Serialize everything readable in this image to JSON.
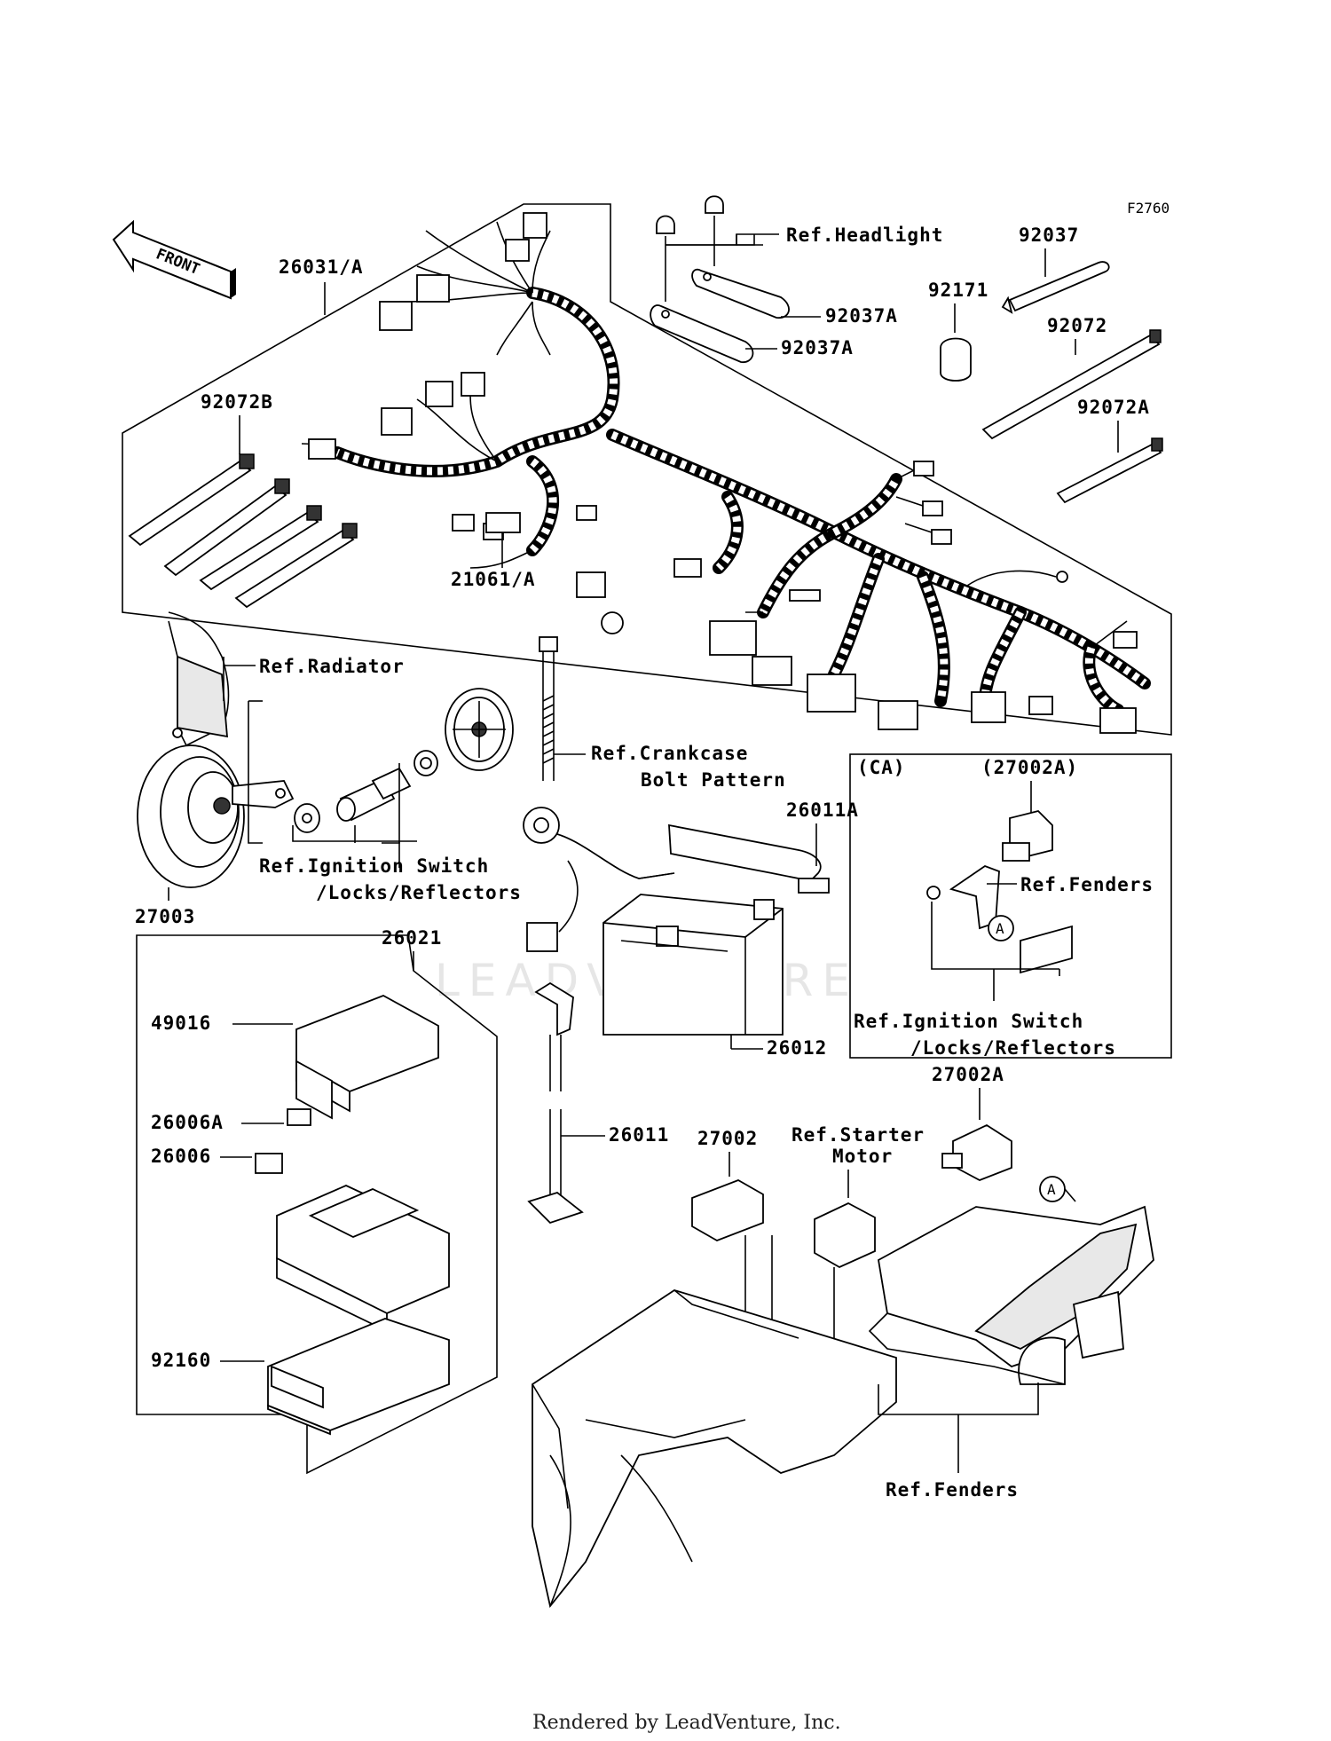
{
  "figure_code": "F2760",
  "front_label": "FRONT",
  "watermark": "LEADVENTURE",
  "footer": "Rendered by LeadVenture, Inc.",
  "colors": {
    "line": "#000000",
    "watermark": "#e6e6e6"
  },
  "labels": {
    "ref_headlight": "Ref.Headlight",
    "p92037": "92037",
    "p92037a_1": "92037A",
    "p92037a_2": "92037A",
    "p92171": "92171",
    "p92072": "92072",
    "p92072a": "92072A",
    "p26031a": "26031/A",
    "p92072b": "92072B",
    "p21061a": "21061/A",
    "ref_radiator": "Ref.Radiator",
    "ref_ign_1_line1": "Ref.Ignition Switch",
    "ref_ign_1_line2": "/Locks/Reflectors",
    "p27003": "27003",
    "ref_crankcase_line1": "Ref.Crankcase",
    "ref_crankcase_line2": "Bolt Pattern",
    "p26011a": "26011A",
    "ca": "(CA)",
    "p27002a_paren": "(27002A)",
    "ref_fenders_1": "Ref.Fenders",
    "circle_a": "A",
    "ref_ign_2_line1": "Ref.Ignition Switch",
    "ref_ign_2_line2": "/Locks/Reflectors",
    "p26021": "26021",
    "p49016": "49016",
    "p26006a": "26006A",
    "p26006": "26006",
    "p92160": "92160",
    "p26012": "26012",
    "p26011": "26011",
    "p27002": "27002",
    "ref_starter_line1": "Ref.Starter",
    "ref_starter_line2": "Motor",
    "p27002a": "27002A",
    "circle_a_2": "A",
    "ref_fenders_2": "Ref.Fenders"
  }
}
